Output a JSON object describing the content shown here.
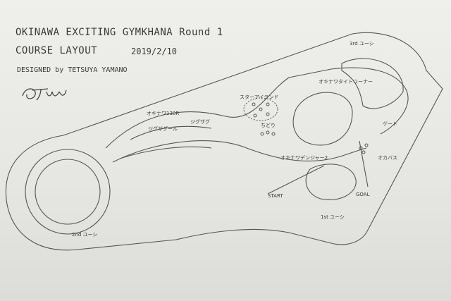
{
  "header": {
    "title": "OKINAWA EXCITING GYMKHANA Round 1",
    "layout": "COURSE LAYOUT",
    "date": "2019/2/10",
    "designer": "DESIGNED by TETSUYA YAMANO"
  },
  "labels": {
    "third_uturn": "3rd ユーシ",
    "okinawa_tightcorner": "オキナワタイトコーナー",
    "star_island": "スターアイランド",
    "chidori": "ちどり",
    "okinawa_130r": "オキナワ130R",
    "slalom_left": "ジグザグール",
    "slalom_right": "ジグザグ",
    "okinawa_danger2": "オキナワデンジャー2",
    "start": "START",
    "goal": "GOAL",
    "first_uturn": "1st ユーシ",
    "second_uturn": "2nd ユーシ",
    "hairpin": "オカバス",
    "gate": "ゲート"
  }
}
